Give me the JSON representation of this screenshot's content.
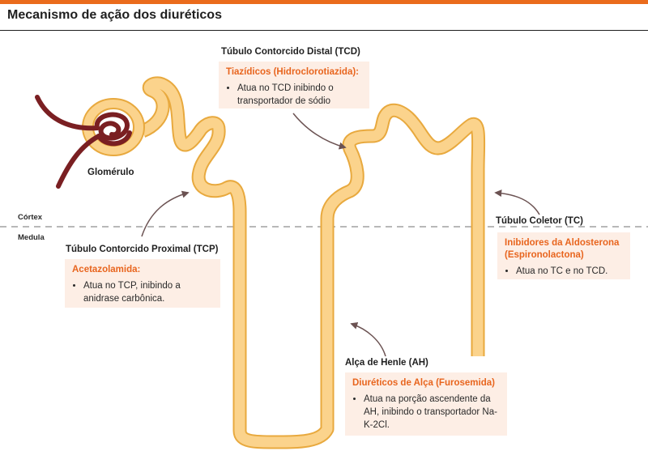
{
  "title": "Mecanismo de ação dos diuréticos",
  "colors": {
    "accent": "#ea6b1c",
    "tubule_fill": "#fbd38c",
    "tubule_stroke": "#e8a93e",
    "vessel": "#7a1f22",
    "arrow": "#6b5252",
    "box_bg": "#fdeee5",
    "divider": "#a0a0a0"
  },
  "zones": {
    "cortex": "Córtex",
    "medulla": "Medula"
  },
  "glomerulus_label": "Glomérulo",
  "segments": {
    "tcp": {
      "name": "Túbulo Contorcido Proximal (TCP)",
      "drug": "Acetazolamida:",
      "effect": [
        "Atua no TCP, inibindo a anidrase carbônica."
      ]
    },
    "tcd": {
      "name": "Túbulo Contorcido Distal (TCD)",
      "drug": "Tiazídicos (Hidroclorotiazida):",
      "effect": [
        "Atua no TCD inibindo o transportador de sódio"
      ]
    },
    "ah": {
      "name": "Alça de Henle (AH)",
      "drug": "Diuréticos de Alça (Furosemida)",
      "effect": [
        "Atua na porção ascendente da AH, inibindo o transportador Na-K-2Cl."
      ]
    },
    "tc": {
      "name": "Túbulo Coletor (TC)",
      "drug": "Inibidores da Aldosterona (Espironolactona)",
      "effect": [
        "Atua no TC e no TCD."
      ]
    }
  }
}
